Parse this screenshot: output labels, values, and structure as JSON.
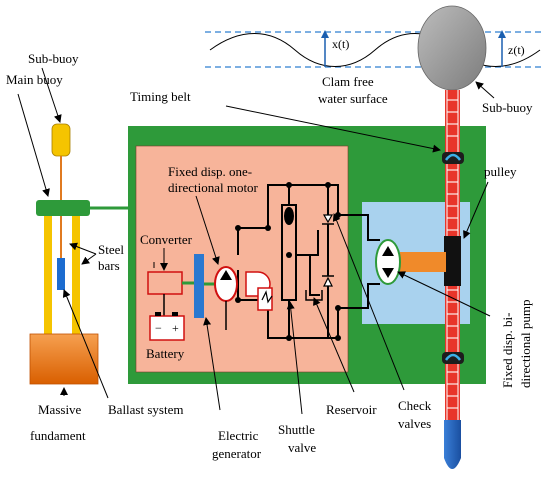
{
  "labels": {
    "sub_buoy_left": "Sub-buoy",
    "main_buoy": "Main buoy",
    "steel_bars_1": "Steel",
    "steel_bars_2": "bars",
    "massive_fundament_1": "Massive",
    "massive_fundament_2": "fundament",
    "ballast_system": "Ballast system",
    "converter": "Converter",
    "battery": "Battery",
    "fixed_motor_1": "Fixed disp. one-",
    "fixed_motor_2": "directional motor",
    "electric_generator_1": "Electric",
    "electric_generator_2": "generator",
    "shuttle_valve_1": "Shuttle",
    "shuttle_valve_2": "valve",
    "reservoir": "Reservoir",
    "check_valves_1": "Check",
    "check_valves_2": "valves",
    "timing_belt": "Timing belt",
    "pulley": "pulley",
    "pump_1": "Fixed disp. bi-",
    "pump_2": "directional pump",
    "sub_buoy_right": "Sub-buoy",
    "calm_water_1": "Clam free",
    "calm_water_2": "water surface",
    "x_t": "x(t)",
    "z_t": "z(t)",
    "battery_minus": "−",
    "battery_plus": "+"
  },
  "colors": {
    "green_box": "#2e9a3a",
    "salmon_box": "#f7b49a",
    "blue_box": "#a9d2ee",
    "belt_red": "#e8352a",
    "buoy_gray": "#9a9a9a",
    "fundament_orange": "#f07a14",
    "bar_yellow": "#f5c400",
    "wave_dashed": "#2f7fd0",
    "rod_blue": "#1c6cd0",
    "motor_red": "#d01010"
  }
}
